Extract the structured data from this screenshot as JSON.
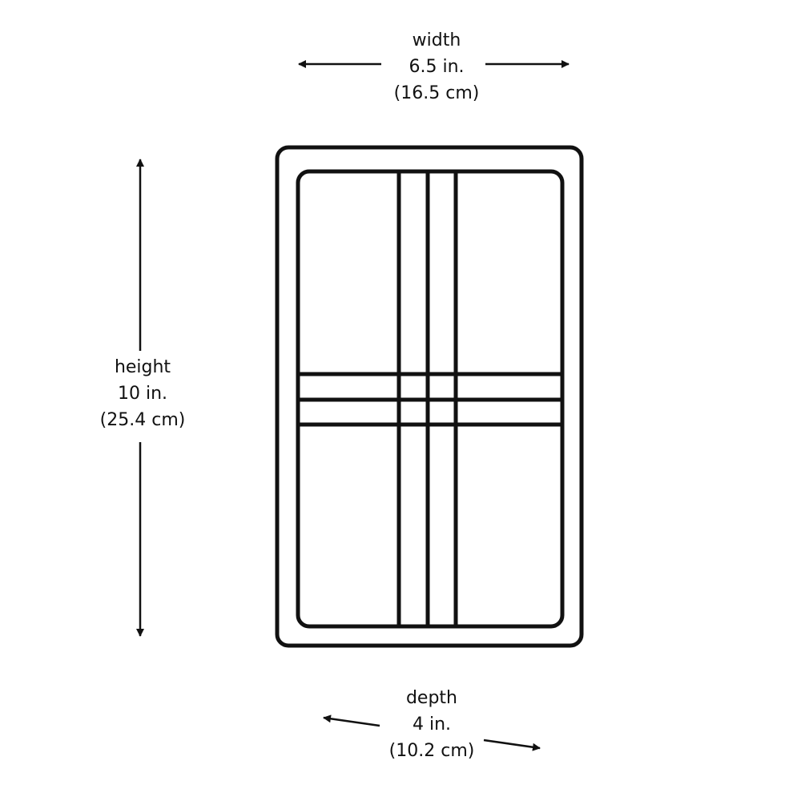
{
  "dimensions": {
    "width": {
      "label": "width",
      "imperial": "6.5 in.",
      "metric": "(16.5 cm)"
    },
    "height": {
      "label": "height",
      "imperial": "10 in.",
      "metric": "(25.4 cm)"
    },
    "depth": {
      "label": "depth",
      "imperial": "4 in.",
      "metric": "(10.2 cm)"
    }
  },
  "colors": {
    "stroke": "#111111",
    "background": "#ffffff"
  }
}
